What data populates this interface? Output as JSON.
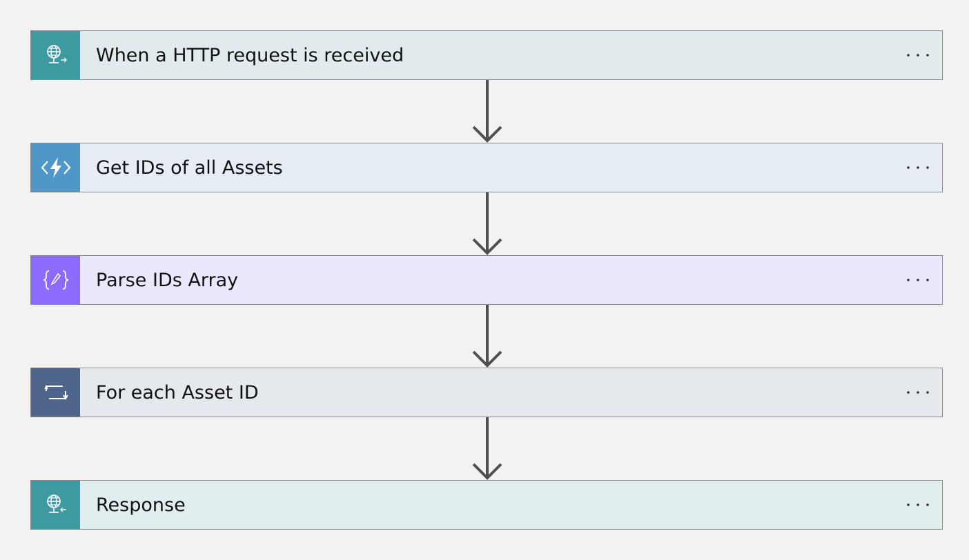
{
  "flow": {
    "steps": [
      {
        "title": "When a HTTP request is received",
        "icon": "http-request-globe-icon",
        "icon_bg": "#3d9aa1",
        "card_bg": "#e1eaec"
      },
      {
        "title": "Get IDs of all Assets",
        "icon": "azure-function-lightning-icon",
        "icon_bg": "#5097c9",
        "card_bg": "#e6edf4"
      },
      {
        "title": "Parse IDs Array",
        "icon": "parse-json-braces-icon",
        "icon_bg": "#8c6cff",
        "card_bg": "#ede7fe"
      },
      {
        "title": "For each Asset ID",
        "icon": "for-each-loop-icon",
        "icon_bg": "#4f658c",
        "card_bg": "#e5e8ec"
      },
      {
        "title": "Response",
        "icon": "http-response-globe-icon",
        "icon_bg": "#3d9aa1",
        "card_bg": "#e1eeef"
      }
    ],
    "more_icon": "more-options-ellipsis-icon",
    "connector_icon": "down-arrow-connector-icon",
    "connector_color": "#505050"
  }
}
